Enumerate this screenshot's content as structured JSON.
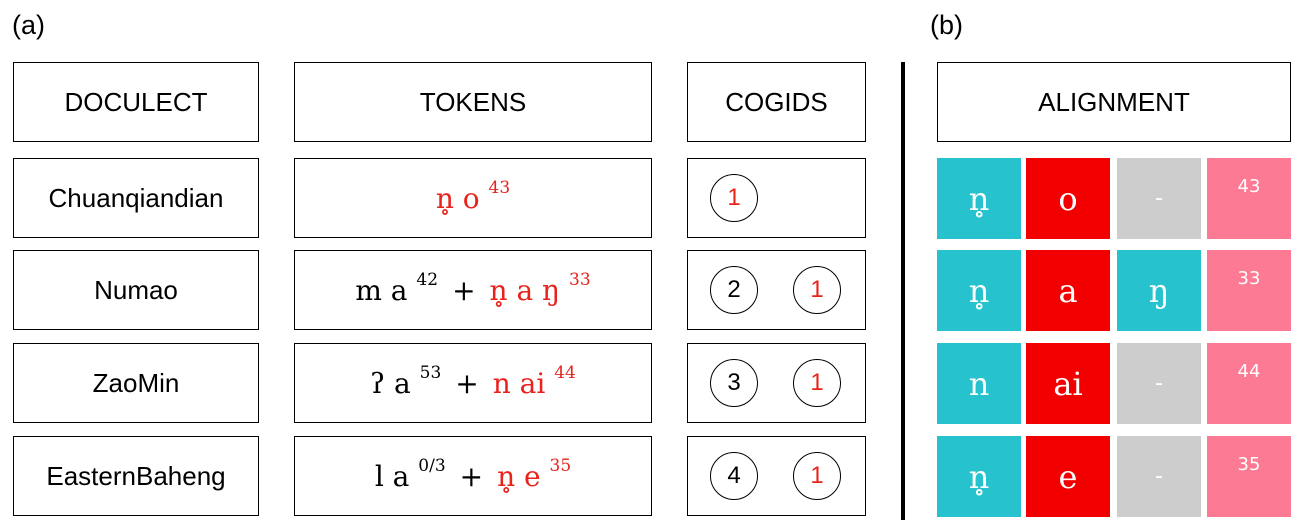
{
  "panel_labels": {
    "a": "(a)",
    "b": "(b)"
  },
  "headers": {
    "doculect": "DOCULECT",
    "tokens": "TOKENS",
    "cogids": "COGIDS",
    "alignment": "ALIGNMENT"
  },
  "rows": [
    {
      "doculect": "Chuanqiandian",
      "tokens": [
        {
          "text": "n̥ o",
          "tone": "43",
          "color": "red"
        }
      ],
      "cogids": [
        {
          "id": "1",
          "color": "red"
        }
      ],
      "alignment": [
        {
          "text": "n̥",
          "type": "consonant"
        },
        {
          "text": "o",
          "type": "vowel"
        },
        {
          "text": "-",
          "type": "gap"
        },
        {
          "text": "43",
          "type": "tone"
        }
      ]
    },
    {
      "doculect": "Numao",
      "tokens": [
        {
          "text": "m a",
          "tone": "42",
          "color": "black"
        },
        {
          "text": "n̥ a ŋ",
          "tone": "33",
          "color": "red"
        }
      ],
      "cogids": [
        {
          "id": "2",
          "color": "black"
        },
        {
          "id": "1",
          "color": "red"
        }
      ],
      "alignment": [
        {
          "text": "n̥",
          "type": "consonant"
        },
        {
          "text": "a",
          "type": "vowel"
        },
        {
          "text": "ŋ",
          "type": "consonant"
        },
        {
          "text": "33",
          "type": "tone"
        }
      ]
    },
    {
      "doculect": "ZaoMin",
      "tokens": [
        {
          "text": "ʔ a",
          "tone": "53",
          "color": "black"
        },
        {
          "text": "n ai",
          "tone": "44",
          "color": "red"
        }
      ],
      "cogids": [
        {
          "id": "3",
          "color": "black"
        },
        {
          "id": "1",
          "color": "red"
        }
      ],
      "alignment": [
        {
          "text": "n",
          "type": "consonant"
        },
        {
          "text": "ai",
          "type": "vowel"
        },
        {
          "text": "-",
          "type": "gap"
        },
        {
          "text": "44",
          "type": "tone"
        }
      ]
    },
    {
      "doculect": "EasternBaheng",
      "tokens": [
        {
          "text": "l a",
          "tone": "0/3",
          "color": "black"
        },
        {
          "text": "n̥ e",
          "tone": "35",
          "color": "red"
        }
      ],
      "cogids": [
        {
          "id": "4",
          "color": "black"
        },
        {
          "id": "1",
          "color": "red"
        }
      ],
      "alignment": [
        {
          "text": "n̥",
          "type": "consonant"
        },
        {
          "text": "e",
          "type": "vowel"
        },
        {
          "text": "-",
          "type": "gap"
        },
        {
          "text": "35",
          "type": "tone"
        }
      ]
    }
  ],
  "colors": {
    "consonant": "#26c3cf",
    "vowel": "#f20000",
    "gap": "#cdcdcd",
    "tone": "#fc7a93",
    "red_text": "#e8231c"
  },
  "token_separator": "+"
}
